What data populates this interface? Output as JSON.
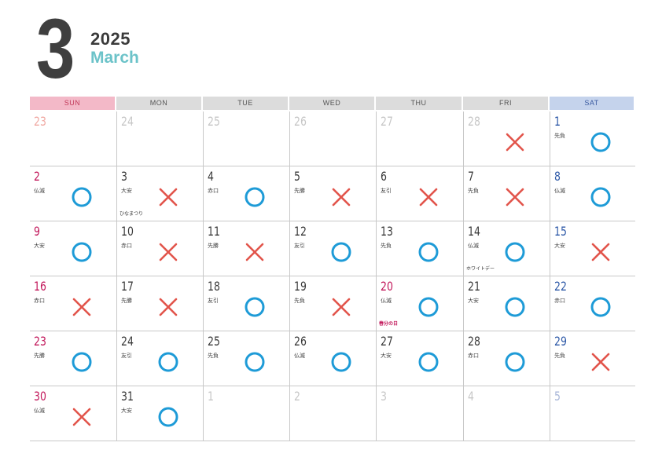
{
  "header": {
    "month_number": "3",
    "year": "2025",
    "month_name": "March"
  },
  "colors": {
    "circle": "#1e9bd7",
    "cross": "#e2544b",
    "teal": "#6cc3c9",
    "holiday": "#c2185b",
    "saturday": "#2f5aa8"
  },
  "weekdays": [
    "SUN",
    "MON",
    "TUE",
    "WED",
    "THU",
    "FRI",
    "SAT"
  ],
  "weeks": [
    [
      {
        "d": "23",
        "other": true
      },
      {
        "d": "24",
        "other": true
      },
      {
        "d": "25",
        "other": true
      },
      {
        "d": "26",
        "other": true
      },
      {
        "d": "27",
        "other": true
      },
      {
        "d": "28",
        "other": true,
        "mark": "cross"
      },
      {
        "d": "1",
        "r": "先負",
        "mark": "circle"
      }
    ],
    [
      {
        "d": "2",
        "r": "仏滅",
        "mark": "circle"
      },
      {
        "d": "3",
        "r": "大安",
        "mark": "cross",
        "ev": "ひなまつり"
      },
      {
        "d": "4",
        "r": "赤口",
        "mark": "circle"
      },
      {
        "d": "5",
        "r": "先勝",
        "mark": "cross"
      },
      {
        "d": "6",
        "r": "友引",
        "mark": "cross"
      },
      {
        "d": "7",
        "r": "先負",
        "mark": "cross"
      },
      {
        "d": "8",
        "r": "仏滅",
        "mark": "circle"
      }
    ],
    [
      {
        "d": "9",
        "r": "大安",
        "mark": "circle"
      },
      {
        "d": "10",
        "r": "赤口",
        "mark": "cross"
      },
      {
        "d": "11",
        "r": "先勝",
        "mark": "cross"
      },
      {
        "d": "12",
        "r": "友引",
        "mark": "circle"
      },
      {
        "d": "13",
        "r": "先負",
        "mark": "circle"
      },
      {
        "d": "14",
        "r": "仏滅",
        "mark": "circle",
        "ev": "ホワイトデー"
      },
      {
        "d": "15",
        "r": "大安",
        "mark": "cross"
      }
    ],
    [
      {
        "d": "16",
        "r": "赤口",
        "mark": "cross"
      },
      {
        "d": "17",
        "r": "先勝",
        "mark": "cross"
      },
      {
        "d": "18",
        "r": "友引",
        "mark": "circle"
      },
      {
        "d": "19",
        "r": "先負",
        "mark": "cross"
      },
      {
        "d": "20",
        "r": "仏滅",
        "mark": "circle",
        "ev": "春分の日",
        "hol": true
      },
      {
        "d": "21",
        "r": "大安",
        "mark": "circle"
      },
      {
        "d": "22",
        "r": "赤口",
        "mark": "circle"
      }
    ],
    [
      {
        "d": "23",
        "r": "先勝",
        "mark": "circle"
      },
      {
        "d": "24",
        "r": "友引",
        "mark": "circle"
      },
      {
        "d": "25",
        "r": "先負",
        "mark": "circle"
      },
      {
        "d": "26",
        "r": "仏滅",
        "mark": "circle"
      },
      {
        "d": "27",
        "r": "大安",
        "mark": "circle"
      },
      {
        "d": "28",
        "r": "赤口",
        "mark": "circle"
      },
      {
        "d": "29",
        "r": "先負",
        "mark": "cross"
      }
    ],
    [
      {
        "d": "30",
        "r": "仏滅",
        "mark": "cross"
      },
      {
        "d": "31",
        "r": "大安",
        "mark": "circle"
      },
      {
        "d": "1",
        "other": true
      },
      {
        "d": "2",
        "other": true
      },
      {
        "d": "3",
        "other": true
      },
      {
        "d": "4",
        "other": true
      },
      {
        "d": "5",
        "other": true
      }
    ]
  ]
}
